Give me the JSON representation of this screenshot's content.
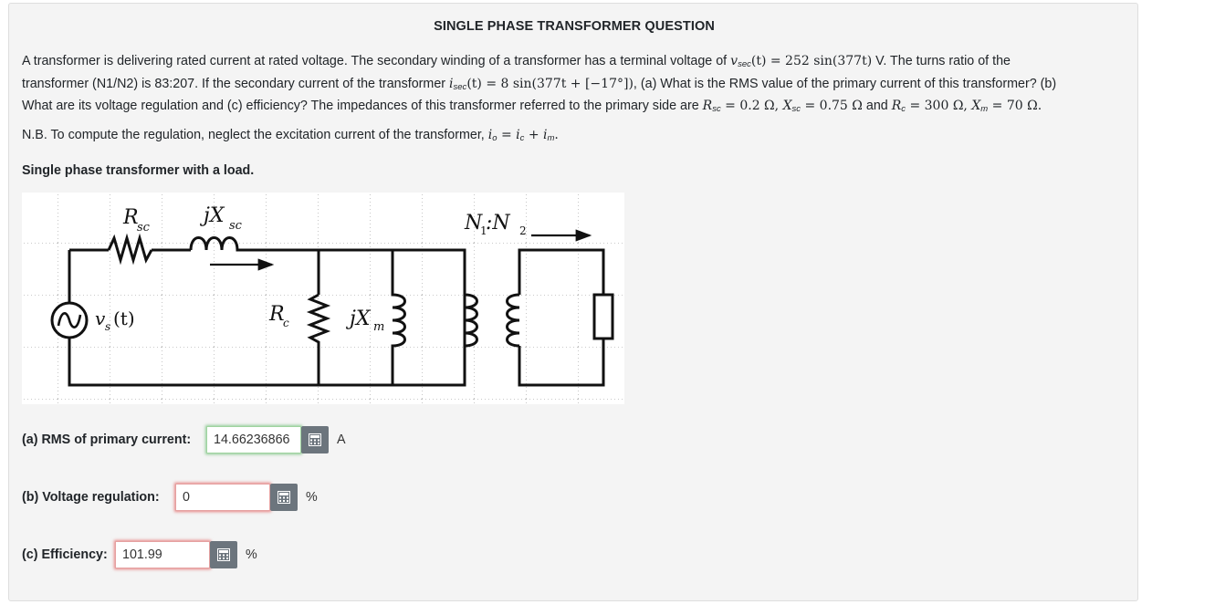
{
  "question": {
    "title": "SINGLE PHASE TRANSFORMER QUESTION",
    "p1": {
      "t1": "A transformer is delivering rated current at rated voltage. The secondary winding of a transformer has a terminal voltage of ",
      "v_sym": "v",
      "v_sub": "sec",
      "v_expr": "(t) = 252 sin(377t)",
      "t2": " V. The turns ratio of the",
      "t3": "transformer (N1/N2) is 83:207. If the secondary current of the transformer ",
      "i_sym": "i",
      "i_sub": "sec",
      "i_expr": "(t) = 8 sin(377t + [−17°])",
      "t4": ", (a) What is the RMS value of the primary current of this transformer? (b)",
      "t5": "What are its voltage regulation and (c) efficiency? The impedances of this transformer referred to the primary side are ",
      "rsc_sym": "R",
      "rsc_sub": "sc",
      "rsc_val": " = 0.2 Ω,  ",
      "xsc_sym": "X",
      "xsc_sub": "sc",
      "xsc_val": " = 0.75 Ω",
      "t6": " and ",
      "rc_sym": "R",
      "rc_sub": "c",
      "rc_val": " = 300 Ω,  ",
      "xm_sym": "X",
      "xm_sub": "m",
      "xm_val": " = 70 Ω."
    },
    "nb": {
      "t1": "N.B. To compute the regulation, neglect the excitation current of the transformer, ",
      "expr": "i",
      "s1": "o",
      "e2": " = i",
      "s2": "c",
      "e3": " + i",
      "s3": "m",
      "e4": "."
    },
    "circuit_heading": "Single phase transformer with a load."
  },
  "circuit": {
    "rsc_label": "R",
    "rsc_sub": "sc",
    "jxsc_label": "jX",
    "jxsc_sub": "sc",
    "vs_label": "v",
    "vs_sub": "s",
    "vs_arg": "(t)",
    "rc_label": "R",
    "rc_sub": "c",
    "jxm_label": "jX",
    "jxm_sub": "m",
    "ratio_n1": "N",
    "ratio_s1": "1",
    "ratio_colon": ":N",
    "ratio_s2": "2"
  },
  "answers": {
    "a": {
      "label": "(a) RMS of primary current:",
      "value": "14.66236866",
      "unit": "A",
      "status": "correct"
    },
    "b": {
      "label": "(b) Voltage regulation:",
      "value": "0",
      "unit": "%",
      "status": "incorrect"
    },
    "c": {
      "label": "(c) Efficiency:",
      "value": "101.99",
      "unit": "%",
      "status": "incorrect"
    }
  },
  "colors": {
    "correct": "#3caa46",
    "incorrect": "#dc2828",
    "calc_button": "#6c757d"
  },
  "icons": {
    "calculator": "calculator-icon",
    "ac_source": "ac-source-icon"
  }
}
